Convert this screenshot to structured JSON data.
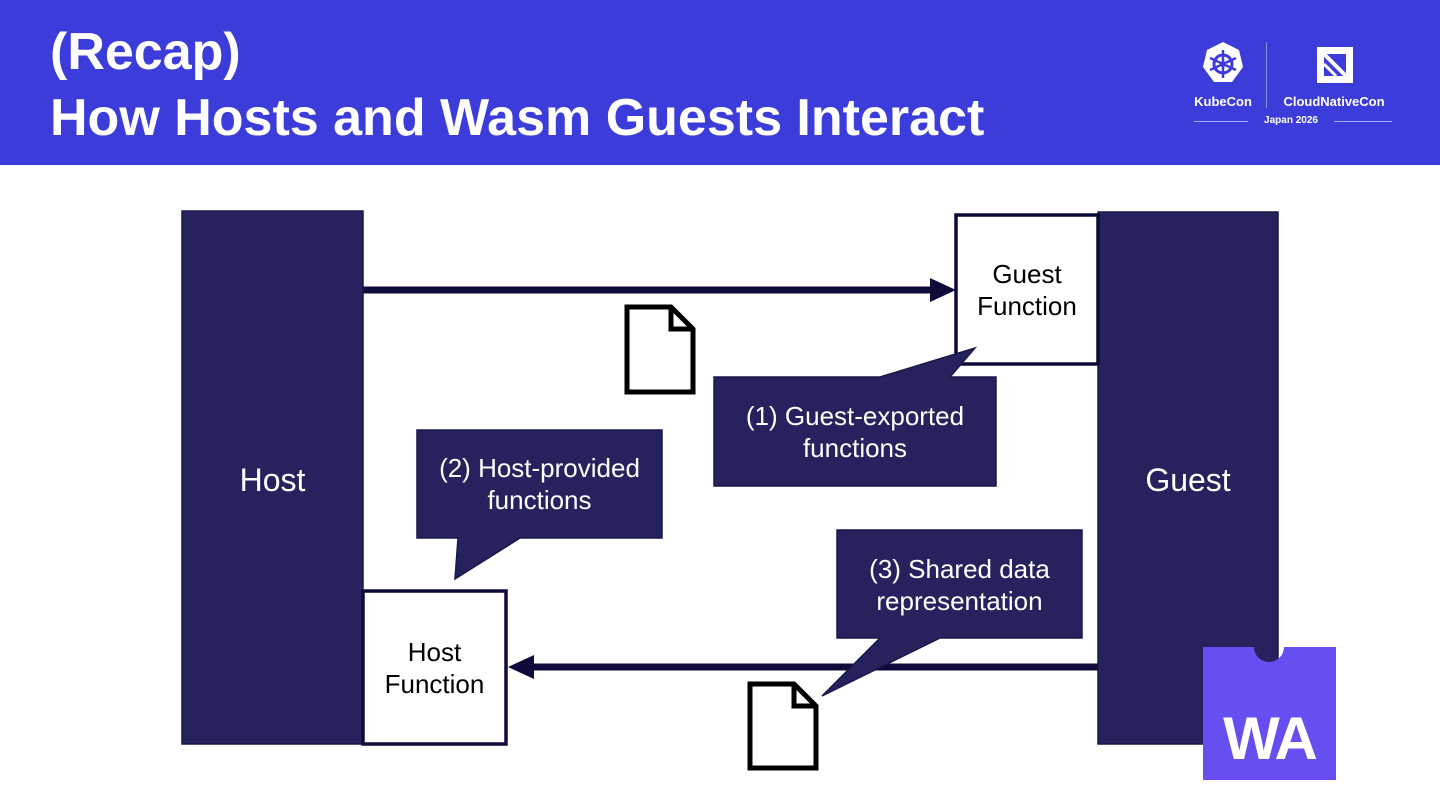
{
  "header": {
    "title_line1": "(Recap)",
    "title_line2": "How Hosts and Wasm Guests Interact",
    "logo": {
      "kubecon": "KubeCon",
      "cloudnativecon": "CloudNativeCon",
      "event": "Japan 2026"
    }
  },
  "diagram": {
    "host_label": "Host",
    "guest_label": "Guest",
    "guest_function": [
      "Guest",
      "Function"
    ],
    "host_function": [
      "Host",
      "Function"
    ],
    "callout_1": [
      "(1) Guest-exported",
      "functions"
    ],
    "callout_2": [
      "(2) Host-provided",
      "functions"
    ],
    "callout_3": [
      "(3) Shared data",
      "representation"
    ],
    "wasm_badge": "WA"
  },
  "colors": {
    "header_bg": "#3c3cdb",
    "panel": "#25225e",
    "arrow": "#0d0b3a",
    "wasm_purple": "#654ff0"
  }
}
